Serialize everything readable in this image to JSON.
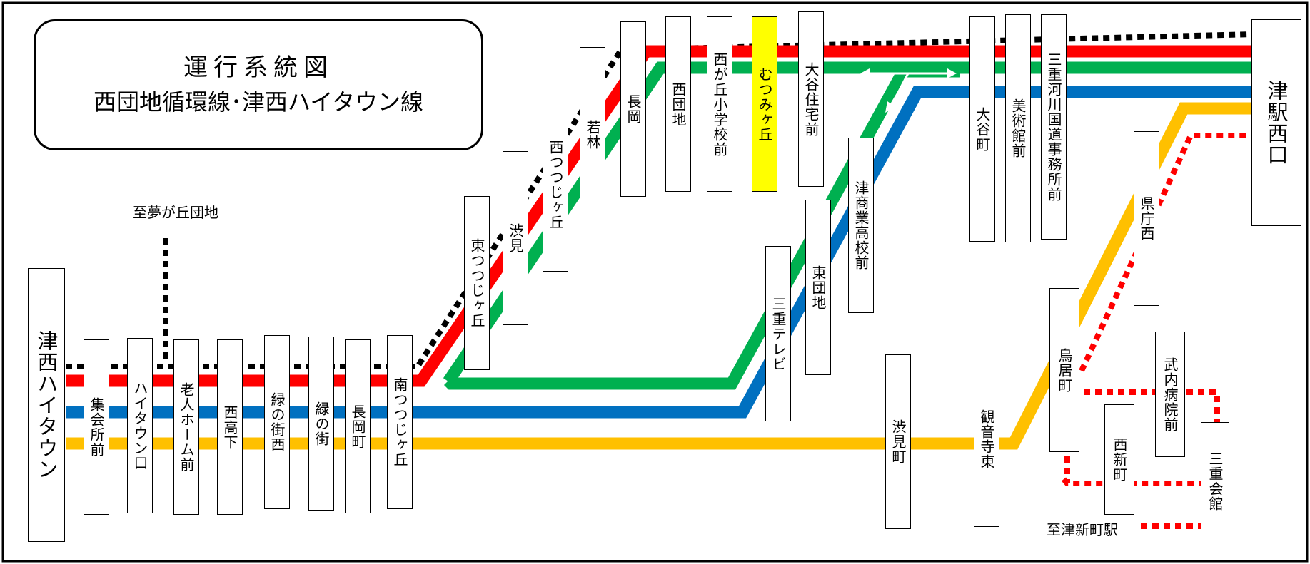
{
  "diagram": {
    "title_line1": "運行系統図",
    "title_line2": "西団地循環線･津西ハイタウン線",
    "notes": {
      "to_yumegaoka": "至夢が丘団地",
      "to_tsu_shinmachi": "至津新町駅"
    },
    "line_colors": {
      "black_dotted": "#000000",
      "red": "#ff0000",
      "green": "#00b050",
      "blue": "#0070c0",
      "yellow": "#ffc000",
      "red_dotted": "#ff0000"
    },
    "highlight_color": "#ffff00",
    "stations": {
      "tsunishi_hightown": "津西ハイタウン",
      "shukaisho_mae": "集会所前",
      "hightown_guchi": "ハイタウン口",
      "rojin_home_mae": "老人ホーム前",
      "nishi_takashita": "西高下",
      "midori_no_machi_nishi": "緑の街西",
      "midori_no_machi": "緑の街",
      "nagaoka_cho": "長岡町",
      "minami_tsutsujigaoka": "南つつじヶ丘",
      "higashi_tsutsujigaoka": "東つつじヶ丘",
      "shibumi": "渋見",
      "nishi_tsutsujigaoka": "西つつじヶ丘",
      "wakabayashi": "若林",
      "nagaoka": "長岡",
      "nishi_danchi": "西団地",
      "nishigaoka_shogakko_mae": "西が丘小学校前",
      "mutsumigaoka": "むつみヶ丘",
      "otani_jutaku_mae": "大谷住宅前",
      "tsu_shogyo_koko_mae": "津商業高校前",
      "higashi_danchi": "東団地",
      "mie_terebi": "三重テレビ",
      "otani_cho": "大谷町",
      "bijutsukan_mae": "美術館前",
      "mie_kasen_kokudo_jimusho_mae": "三重河川国道事務所前",
      "tsu_eki_nishiguchi": "津駅西口",
      "shibumi_cho": "渋見町",
      "kannonji_higashi": "観音寺東",
      "torii_cho": "鳥居町",
      "kencho_nishi": "県庁西",
      "takeuchi_byoin_mae": "武内病院前",
      "nishi_shinmachi": "西新町",
      "mie_kaikan": "三重会館"
    }
  }
}
